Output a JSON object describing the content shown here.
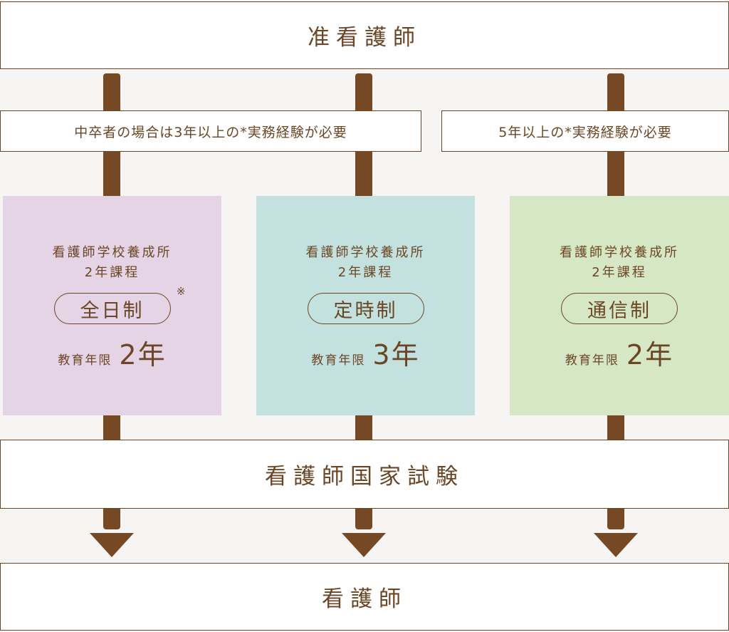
{
  "top": {
    "label": "准看護師"
  },
  "conditions": {
    "left": "中卒者の場合は3年以上の*実務経験が必要",
    "right": "5年以上の*実務経験が必要"
  },
  "courses": [
    {
      "line1": "看護師学校養成所",
      "line2": "2年課程",
      "type": "全日制",
      "note": "※",
      "years_label": "教育年限",
      "years_value": "2年",
      "color": "#e4d4e6"
    },
    {
      "line1": "看護師学校養成所",
      "line2": "2年課程",
      "type": "定時制",
      "note": "",
      "years_label": "教育年限",
      "years_value": "3年",
      "color": "#c3e2df"
    },
    {
      "line1": "看護師学校養成所",
      "line2": "2年課程",
      "type": "通信制",
      "note": "",
      "years_label": "教育年限",
      "years_value": "2年",
      "color": "#d6e7c6"
    }
  ],
  "exam": {
    "label": "看護師国家試験"
  },
  "bottom": {
    "label": "看護師"
  },
  "colors": {
    "brown": "#764924",
    "text": "#6b4624",
    "background": "#f7f5f3"
  }
}
